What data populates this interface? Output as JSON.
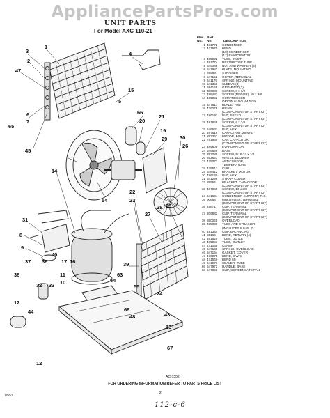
{
  "header": {
    "watermark": "AppliancePartsPros.com",
    "title": "UNIT PARTS",
    "subtitle": "For Model AXC 110-21"
  },
  "parts_header": {
    "illus": "Illus.",
    "no": "No.",
    "part": "Part",
    "partno": "No.",
    "description": "DESCRIPTION"
  },
  "parts": [
    [
      "1",
      "481772",
      "CONDENSER"
    ],
    [
      "2",
      "471570",
      "BEND"
    ],
    [
      "",
      "",
      "(18) CONDENSER"
    ],
    [
      "",
      "",
      "(17) EVAPORATOR"
    ],
    [
      "3",
      "485022",
      "TUBE, INLET"
    ],
    [
      "4",
      "481774",
      "RESTRICTOR TUBE"
    ],
    [
      "5",
      "649088",
      "NUT AND WASHER (3)"
    ],
    [
      "6",
      "641982",
      "PLATE, MOUNTING"
    ],
    [
      "7",
      "69599",
      "STRAINER"
    ],
    [
      "8",
      "647152",
      "COVER, TERMINAL"
    ],
    [
      "9",
      "641179",
      "SPRING, MOUNTING"
    ],
    [
      "10",
      "641356",
      "SLEEVE (3)"
    ],
    [
      "11",
      "654165",
      "GROMMET (3)"
    ],
    [
      "12",
      "380680",
      "SCREW, 8 x 1/2"
    ],
    [
      "13",
      "488483",
      "SCREW (REPAIR), 10 x 3/8"
    ],
    [
      "14",
      "485052",
      "COMPRESSOR"
    ],
    [
      "",
      "",
      "ORIGINAL NO. 647039"
    ],
    [
      "15",
      "647617",
      "BLADE, FAN"
    ],
    [
      "16",
      "479278",
      "RELAY"
    ],
    [
      "",
      "",
      "(COMPONENT OF START KIT)"
    ],
    [
      "17",
      "486191",
      "NUT, SPEED"
    ],
    [
      "",
      "",
      "(COMPONENT OF START KIT)"
    ],
    [
      "18",
      "487868",
      "SCREW, 8 x 3/8"
    ],
    [
      "",
      "",
      "(COMPONENT OF START KIT)"
    ],
    [
      "19",
      "649631",
      "NUT, HEX"
    ],
    [
      "20",
      "487616",
      "CAPACITOR, 25 MFD"
    ],
    [
      "21",
      "853362",
      "MOTOR, FAN"
    ],
    [
      "22",
      "791869",
      "CAP, CAPACITOR"
    ],
    [
      "",
      "",
      "(COMPONENT OF START KIT)"
    ],
    [
      "23",
      "485809",
      "EVAPORATOR"
    ],
    [
      "24",
      "649636",
      "BASE"
    ],
    [
      "25",
      "393085",
      "SCREW, 5/16-24 x 1/4"
    ],
    [
      "26",
      "852867",
      "WHEEL, BLOWER"
    ],
    [
      "27",
      "475073",
      "ANTICIPATOR,"
    ],
    [
      "",
      "",
      "TEMPERATURE"
    ],
    [
      "28",
      "475517",
      "CLIP"
    ],
    [
      "29",
      "648412",
      "BRACKET, MOTOR"
    ],
    [
      "30",
      "486130",
      "NUT, HEX"
    ],
    [
      "31",
      "641296",
      "STRAP, COVER"
    ],
    [
      "32",
      "85564",
      "BRACKET, CAPACITOR"
    ],
    [
      "",
      "",
      "(COMPONENT OF START KIT)"
    ],
    [
      "33",
      "487868",
      "SCREW, 10 x 3/8"
    ],
    [
      "",
      "",
      "(COMPONENT OF START KIT)"
    ],
    [
      "34",
      "641604",
      "CONDENSER SUPPORT, R.S."
    ],
    [
      "35",
      "90654",
      "MULTIPLIER, TERMINAL"
    ],
    [
      "",
      "",
      "(COMPONENT OF START KIT)"
    ],
    [
      "36",
      "45671",
      "CLIP, TERMINAL"
    ],
    [
      "",
      "",
      "(COMPONENT OF START KIT)"
    ],
    [
      "37",
      "309882",
      "CLIP, TERMINAL"
    ],
    [
      "",
      "",
      "(COMPONENT OF START KIT)"
    ],
    [
      "38",
      "850225",
      "OVERLOAD"
    ],
    [
      "39",
      "485990",
      "TUBE AND STRAINER"
    ],
    [
      "",
      "",
      "(INCLUDES ILLUS. 7)"
    ],
    [
      "40",
      "481334",
      "CLIP, BALANCING"
    ],
    [
      "41",
      "85164",
      "BEND, RETURN (4)"
    ],
    [
      "42",
      "481625",
      "TUBE, OUTLET"
    ],
    [
      "43",
      "485057",
      "TUBE, OUTLET"
    ],
    [
      "44",
      "471068",
      "CLAMP"
    ],
    [
      "45",
      "647160",
      "SPRING, OVERLOAD"
    ],
    [
      "46",
      "647154",
      "GASKET, COVER"
    ],
    [
      "47",
      "470078",
      "BEND, 3-WAY"
    ],
    [
      "48",
      "471540",
      "BEND (4)"
    ],
    [
      "49",
      "641973",
      "SEALER, TUBE"
    ],
    [
      "66",
      "647972",
      "HANDLE, BASE"
    ],
    [
      "68",
      "647850",
      "CLIP, CONDENSATE PAN"
    ]
  ],
  "callouts": [
    "3",
    "1",
    "2",
    "47",
    "4",
    "15",
    "5",
    "6",
    "7",
    "65",
    "45",
    "66",
    "20",
    "21",
    "19",
    "29",
    "30",
    "26",
    "54",
    "14",
    "31",
    "8",
    "9",
    "22",
    "23",
    "25",
    "27",
    "28",
    "39",
    "40",
    "38",
    "36",
    "37",
    "17",
    "16",
    "63",
    "33",
    "32",
    "12",
    "44",
    "11",
    "10",
    "64",
    "55",
    "68",
    "24",
    "43",
    "48",
    "13",
    "12",
    "67"
  ],
  "figure_code": "AC-1552",
  "footer": {
    "notice": "FOR ORDERING INFORMATION REFER TO PARTS PRICE LIST",
    "left_code": "7/553",
    "page_number": "2",
    "handwritten": "112-c-6"
  }
}
